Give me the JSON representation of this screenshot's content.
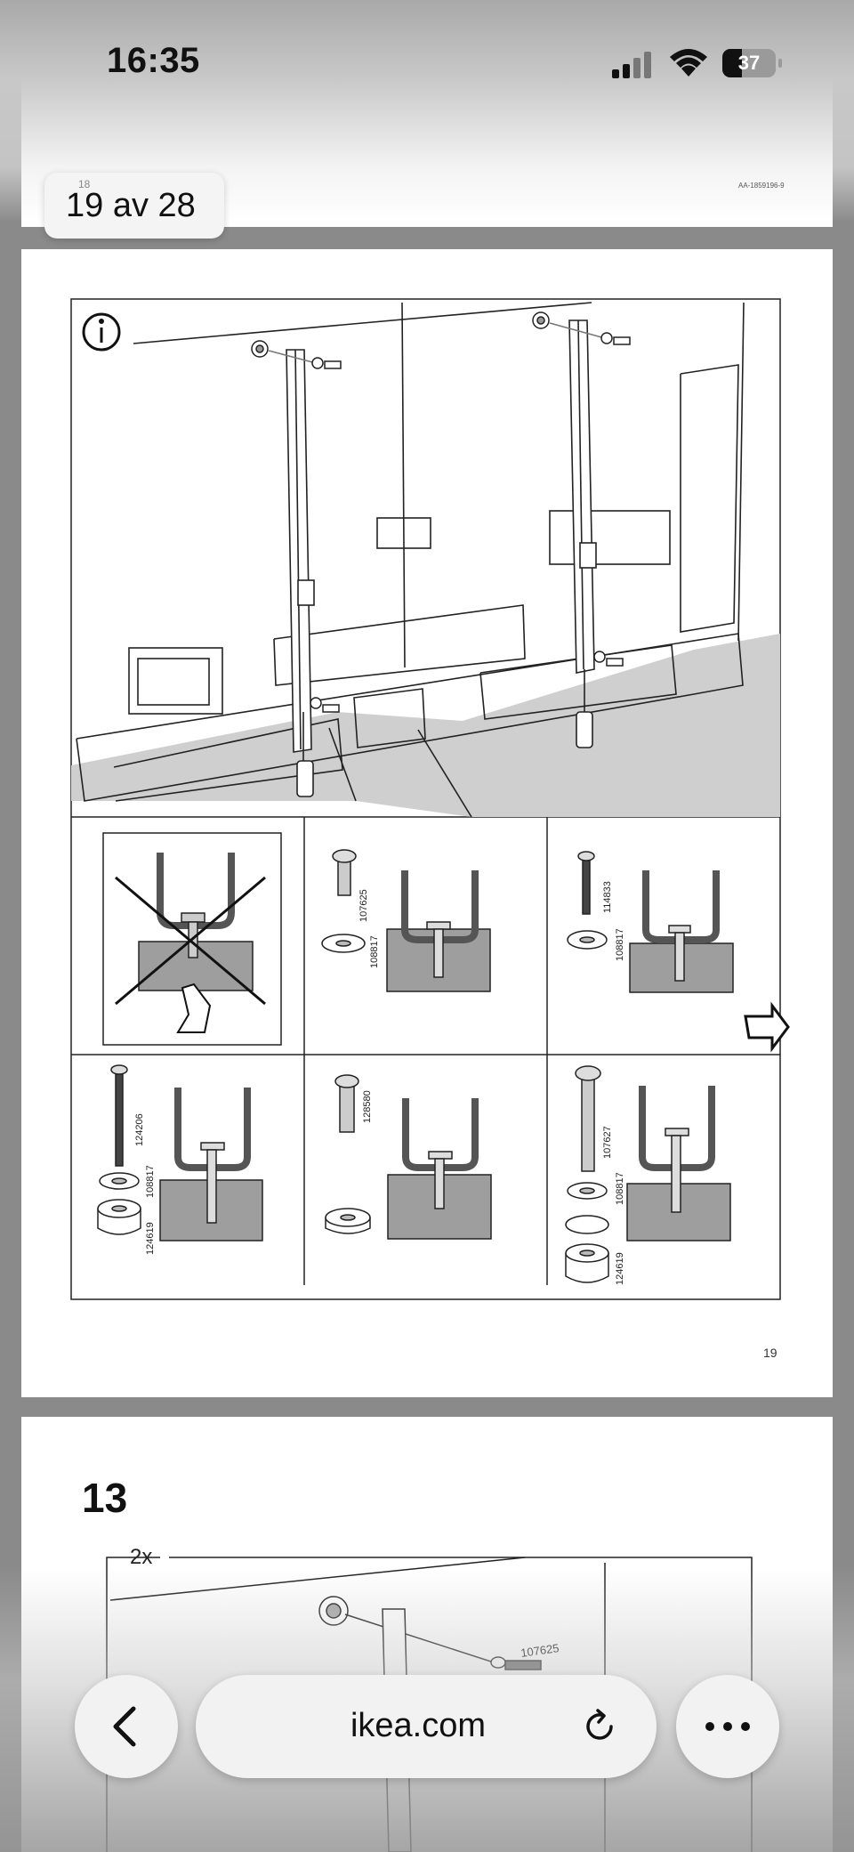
{
  "status_bar": {
    "time": "16:35",
    "battery": "37"
  },
  "viewer": {
    "page_indicator": "19 av 28",
    "previous_page_label": "18"
  },
  "document": {
    "doc_id": "AA-1859196-9",
    "page_number": "19",
    "parts": {
      "p1": "107625",
      "p2": "108817",
      "p3": "114833",
      "p4": "108817",
      "p5": "124206",
      "p6": "108817",
      "p7": "124619",
      "p8": "128580",
      "p9": "107627",
      "p10": "108817",
      "p11": "124619"
    },
    "next_step_number": "13",
    "next_step_qty": "2x",
    "next_step_part": "107625"
  },
  "browser": {
    "url": "ikea.com"
  }
}
